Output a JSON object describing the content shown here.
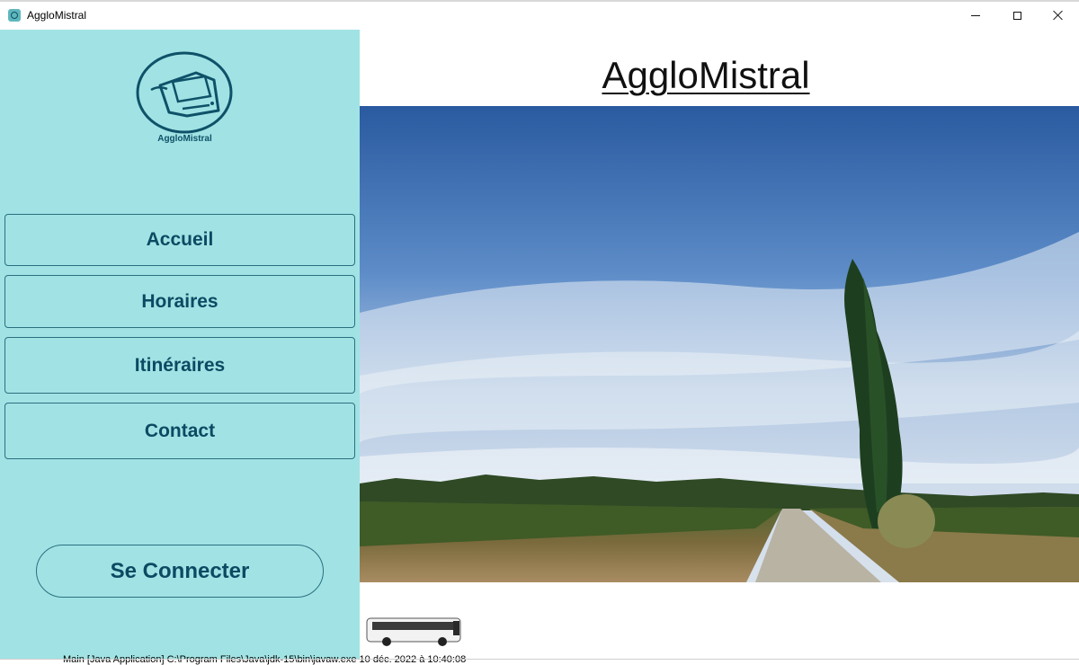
{
  "window": {
    "title": "AggloMistral"
  },
  "logo": {
    "text": "AggloMistral"
  },
  "nav": {
    "items": [
      {
        "label": "Accueil"
      },
      {
        "label": "Horaires"
      },
      {
        "label": "Itinéraires"
      },
      {
        "label": "Contact"
      }
    ]
  },
  "connect": {
    "label": "Se Connecter"
  },
  "main": {
    "title": "AggloMistral"
  },
  "status": {
    "text": "Main [Java Application] C:\\Program Files\\Java\\jdk-15\\bin\\javaw.exe  10 déc. 2022 à 10:40:08"
  },
  "colors": {
    "sidebar": "#a1e3e4",
    "accent": "#0c4a63"
  },
  "icons": {
    "app": "app-logo-icon",
    "minimize": "minimize-icon",
    "maximize": "maximize-icon",
    "close": "close-icon",
    "bus": "bus-icon"
  }
}
